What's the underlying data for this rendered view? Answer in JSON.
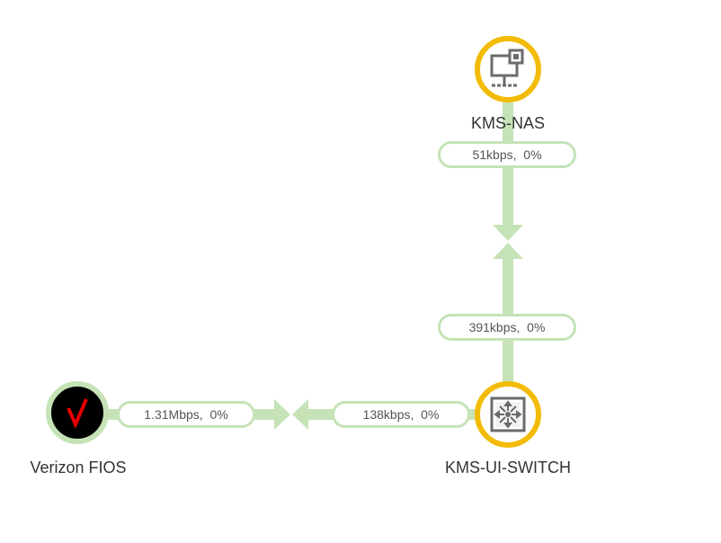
{
  "colors": {
    "link": "#c5e3b7",
    "node_warning_ring": "#f2bb05",
    "node_ok_ring": "#c5e3b7",
    "icon_gray": "#6b6b6b",
    "verizon_bg": "#000000",
    "verizon_check": "#e60000"
  },
  "nodes": [
    {
      "id": "kms-nas",
      "label": "KMS-NAS",
      "icon": "server-icon",
      "status": "warning"
    },
    {
      "id": "kms-ui-switch",
      "label": "KMS-UI-SWITCH",
      "icon": "switch-icon",
      "status": "warning"
    },
    {
      "id": "verizon-fios",
      "label": "Verizon FIOS",
      "icon": "verizon-check-icon",
      "status": "ok"
    }
  ],
  "links": [
    {
      "from": "kms-nas",
      "to_junction": "top",
      "label": "51kbps,  0%"
    },
    {
      "from": "kms-ui-switch",
      "to_junction": "top",
      "label": "391kbps,  0%"
    },
    {
      "from": "kms-ui-switch",
      "to_junction": "left",
      "label": "138kbps,  0%"
    },
    {
      "from": "verizon-fios",
      "to_junction": "left",
      "label": "1.31Mbps,  0%"
    }
  ]
}
